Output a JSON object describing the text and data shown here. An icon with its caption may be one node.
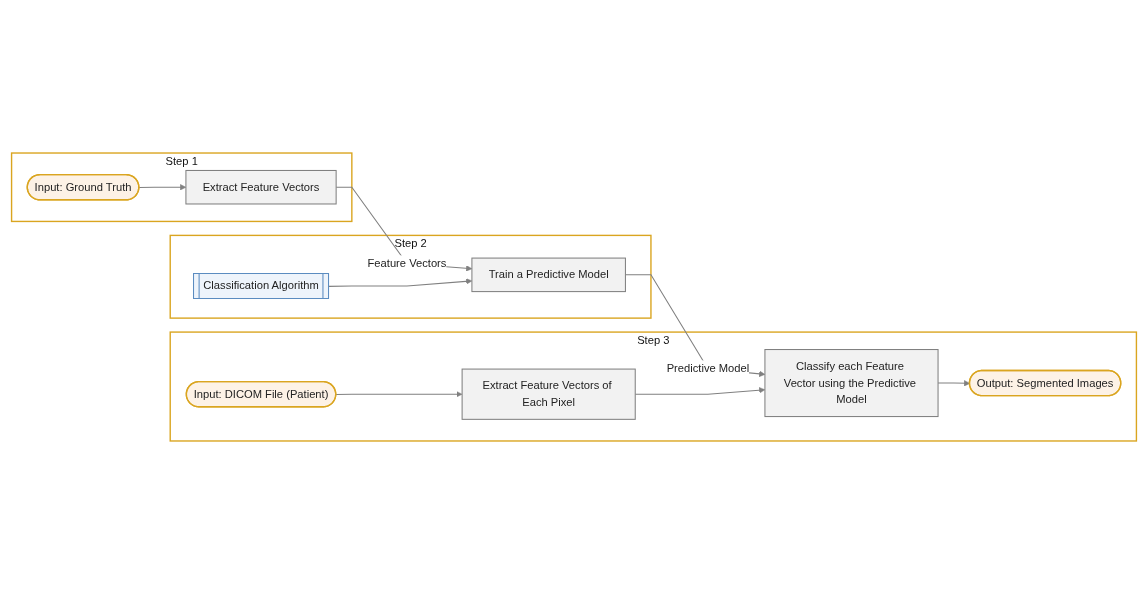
{
  "diagram": {
    "nodes": [
      {
        "text": [
          "Step 1"
        ]
      },
      {
        "text": [
          "Input: Ground Truth"
        ],
        "in": 0
      },
      {
        "text": [
          "Extract Feature Vectors"
        ],
        "in": 0
      },
      {
        "text": [
          "Step 2"
        ]
      },
      {
        "text": [
          "Classification Algorithm"
        ],
        "in": 3
      },
      {
        "text": [
          "Train a Predictive Model"
        ],
        "in": 3
      },
      {
        "text": [
          "Step 3"
        ]
      },
      {
        "text": [
          "Input: DICOM File (Patient)"
        ],
        "in": 6
      },
      {
        "text": [
          "Extract Feature Vectors of Each Pixel"
        ],
        "in": 6
      },
      {
        "text": [
          "Classify each Feature Vector using the Predictive Model"
        ],
        "in": 6
      },
      {
        "text": [
          "Output: Segmented Images"
        ],
        "in": 6
      }
    ],
    "edges": [
      {
        "from": 1,
        "to": 2,
        "arrow": "to"
      },
      {
        "from": 2,
        "to": 5,
        "arrow": "to",
        "label": "Feature Vectors"
      },
      {
        "from": 4,
        "to": 5,
        "arrow": "to"
      },
      {
        "from": 5,
        "to": 9,
        "arrow": "to",
        "label": "Predictive Model"
      },
      {
        "from": 7,
        "to": 8,
        "arrow": "to"
      },
      {
        "from": 8,
        "to": 9,
        "arrow": "to"
      },
      {
        "from": 9,
        "to": 10,
        "arrow": "to"
      }
    ]
  }
}
